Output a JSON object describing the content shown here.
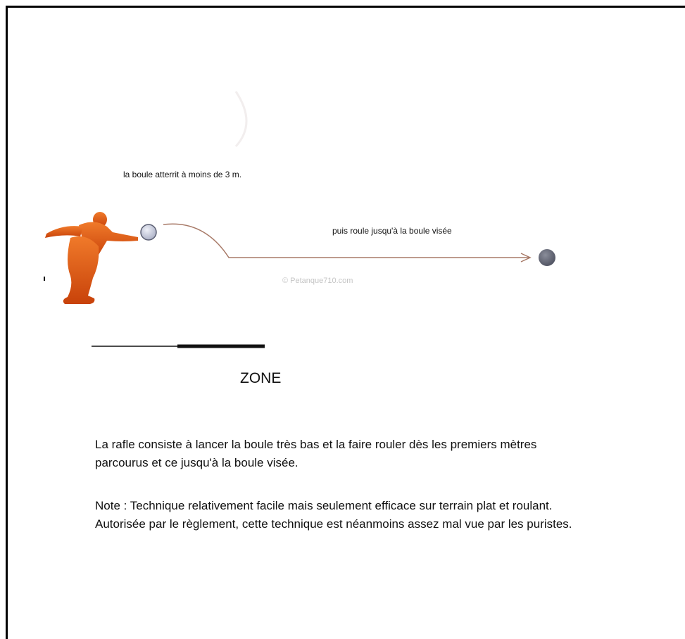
{
  "diagram": {
    "label_landing": "la boule atterrit à moins de 3 m.",
    "label_rolling": "puis roule jusqu'à la boule visée",
    "watermark": "© Petanque710.com",
    "zone_label": "ZONE",
    "icons": [
      "player-silhouette-icon",
      "thrown-ball-icon",
      "target-ball-icon",
      "trajectory-arrow-icon"
    ],
    "colors": {
      "player": "#e8661a",
      "thrown_ball": "#c9cde0",
      "target_ball": "#6b6e7c",
      "trajectory": "#a87a68"
    }
  },
  "text": {
    "description_line1": "La rafle consiste à lancer la boule très bas et la faire rouler dès les premiers mètres",
    "description_line2": "parcourus et ce jusqu'à la boule visée.",
    "note_line1": "Note : Technique relativement facile mais seulement efficace sur terrain plat et roulant.",
    "note_line2": "Autorisée par le règlement, cette technique est néanmoins assez mal vue par les puristes."
  }
}
